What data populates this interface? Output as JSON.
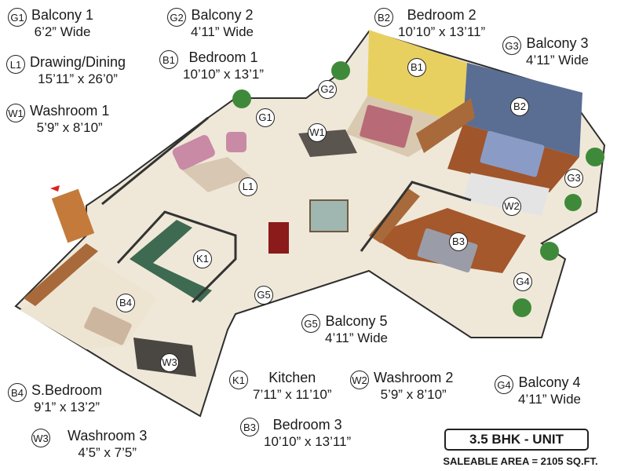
{
  "legend": {
    "G1": {
      "code": "G1",
      "name": "Balcony 1",
      "dim": "6’2” Wide"
    },
    "G2": {
      "code": "G2",
      "name": "Balcony 2",
      "dim": "4’11” Wide"
    },
    "B2": {
      "code": "B2",
      "name": "Bedroom 2",
      "dim": "10’10” x 13’11”"
    },
    "G3": {
      "code": "G3",
      "name": "Balcony 3",
      "dim": "4’11” Wide"
    },
    "L1": {
      "code": "L1",
      "name": "Drawing/Dining",
      "dim": "15’11” x 26’0”"
    },
    "B1": {
      "code": "B1",
      "name": "Bedroom 1",
      "dim": "10’10” x 13’1”"
    },
    "W1": {
      "code": "W1",
      "name": "Washroom 1",
      "dim": "5’9” x 8’10”"
    },
    "G5": {
      "code": "G5",
      "name": "Balcony 5",
      "dim": "4’11” Wide"
    },
    "K1": {
      "code": "K1",
      "name": "Kitchen",
      "dim": "7’11” x 11’10”"
    },
    "W2": {
      "code": "W2",
      "name": "Washroom 2",
      "dim": "5’9” x 8’10”"
    },
    "G4": {
      "code": "G4",
      "name": "Balcony 4",
      "dim": "4’11” Wide"
    },
    "B4": {
      "code": "B4",
      "name": "S.Bedroom",
      "dim": "9’1” x 13’2”"
    },
    "B3": {
      "code": "B3",
      "name": "Bedroom 3",
      "dim": "10’10” x 13’11”"
    },
    "W3": {
      "code": "W3",
      "name": "Washroom 3",
      "dim": "4’5” x 7’5”"
    }
  },
  "unit_type": "3.5 BHK - UNIT",
  "saleable_area": "SALEABLE AREA = 2105 SQ.FT.",
  "colors": {
    "floor_light": "#efe8d8",
    "wood_floor": "#a0552a",
    "bedroom1_wall": "#e8d060",
    "bedroom2_wall": "#5a6e94",
    "wall_top": "#3a3a3a",
    "wall_face": "#f2efea",
    "kitchen_counter": "#3e6a52",
    "sofa": "#c98aa5",
    "plant": "#3f8a3a"
  }
}
